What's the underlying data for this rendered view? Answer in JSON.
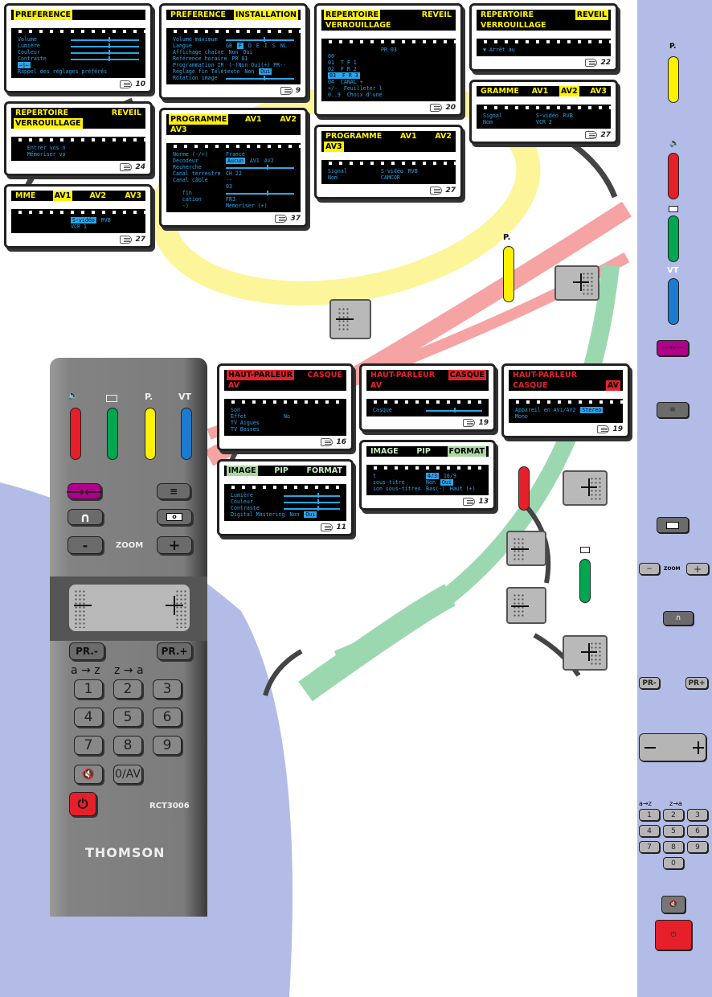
{
  "colors": {
    "sidebar": "#b3bce6",
    "yellow": "#fff200",
    "red": "#e5202a",
    "green": "#00a650",
    "blue": "#1a7bd0",
    "magenta": "#b0008a"
  },
  "top_keys": {
    "p_label": "P.",
    "speaker_label": "speaker",
    "vt_label": "VT"
  },
  "screens": [
    {
      "theme": "yellow",
      "ref": "10",
      "tabs": [
        {
          "label": "PREFERENCE",
          "active": true
        }
      ],
      "rows": [
        [
          "Volume",
          {
            "slider": 0.55
          }
        ],
        [
          "Lumière",
          {
            "slider": 0.55
          }
        ],
        [
          "Couleur",
          {
            "slider": 0.55
          }
        ],
        [
          "Contraste",
          {
            "slider": 0.55
          }
        ],
        [
          {
            "text": "→|←",
            "selected": true
          },
          "Rappel des réglages préférés"
        ]
      ]
    },
    {
      "theme": "yellow",
      "ref": "9",
      "tabs": [
        {
          "label": "PREFERENCE",
          "active": false
        },
        {
          "label": "INSTALLATION",
          "active": true
        }
      ],
      "rows": [
        [
          "Volume maximum",
          {
            "slider": 0.55
          }
        ],
        [
          "Langue",
          "GB",
          {
            "text": "F",
            "selected": true
          },
          "D",
          "E",
          "I",
          "S",
          "NL"
        ],
        [
          "Affichage chaîne",
          "Non",
          "Oui"
        ],
        [
          "Référence horaire",
          "PR 01"
        ],
        [
          "Programmation IR",
          "(-)Non Oui(+) PR--"
        ],
        [
          "Réglage fin Télétexte",
          "Non",
          {
            "text": "Oui",
            "selected": true
          }
        ],
        [
          "Rotation image",
          {
            "slider": 0.55
          }
        ]
      ]
    },
    {
      "theme": "yellow",
      "ref": "20",
      "tabs": [
        {
          "label": "REPERTOIRE",
          "active": true
        },
        {
          "label": "REVEIL",
          "active": false
        },
        {
          "label": "VERROUILLAGE",
          "active": false
        }
      ],
      "rows": [
        [
          "",
          "PR 03"
        ],
        [
          "00"
        ],
        [
          "01  T F 1"
        ],
        [
          "02  F R 2"
        ],
        [
          {
            "text": "03  F R 3",
            "selected": true
          }
        ],
        [
          "04  CANAL +"
        ],
        [
          "+/-  Feuilleter l"
        ],
        [
          "0..9  Choix d'une"
        ]
      ]
    },
    {
      "theme": "yellow",
      "ref": "22",
      "tabs": [
        {
          "label": "REPERTOIRE",
          "active": false
        },
        {
          "label": "REVEIL",
          "active": true
        },
        {
          "label": "VERROUILLAGE",
          "active": false
        }
      ],
      "rows": [
        [
          "▼ Arrêt au"
        ]
      ]
    },
    {
      "theme": "yellow",
      "ref": "24",
      "tabs": [
        {
          "label": "REPERTOIRE",
          "active": false
        },
        {
          "label": "REVEIL",
          "active": false
        },
        {
          "label": "VERROUILLAGE",
          "active": true
        }
      ],
      "rows": [
        [
          "   Entrer vos n"
        ],
        [
          "   Mémoriser vo"
        ]
      ]
    },
    {
      "theme": "yellow",
      "ref": "37",
      "tabs": [
        {
          "label": "PROGRAMME",
          "active": true
        },
        {
          "label": "AV1",
          "active": false
        },
        {
          "label": "AV2",
          "active": false
        },
        {
          "label": "AV3",
          "active": false
        }
      ],
      "rows": [
        [
          "Norme (-/+)",
          "France"
        ],
        [
          "Décodeur",
          {
            "text": "Aucun",
            "selected": true
          },
          "AV1",
          "AV2"
        ],
        [
          "Recherche",
          {
            "slider": 0.6
          }
        ],
        [
          "Canal terrestre",
          "CH 22"
        ],
        [
          "Canal câble",
          "--"
        ],
        [
          "",
          "03"
        ],
        [
          "   fin",
          {
            "slider": 0.6
          }
        ],
        [
          "   cation",
          "FR3"
        ],
        [
          "   -)",
          "Mémoriser (+)"
        ]
      ]
    },
    {
      "theme": "yellow",
      "ref": "27",
      "tabs": [
        {
          "label": "PROGRAMME",
          "active": false
        },
        {
          "label": "AV1",
          "active": false
        },
        {
          "label": "AV2",
          "active": false
        },
        {
          "label": "AV3",
          "active": true
        }
      ],
      "rows": [
        [
          "Signal",
          "S-vidéo",
          "RVB"
        ],
        [
          "Nom",
          "CAMCOR",
          ""
        ]
      ]
    },
    {
      "theme": "yellow",
      "ref": "27",
      "tabs": [
        {
          "label": "GRAMME",
          "active": false
        },
        {
          "label": "AV1",
          "active": false
        },
        {
          "label": "AV2",
          "active": true
        },
        {
          "label": "AV3",
          "active": false
        }
      ],
      "rows": [
        [
          "Signal",
          "S-vidéo",
          "RVB"
        ],
        [
          "Nom",
          "VCR 2",
          ""
        ]
      ]
    },
    {
      "theme": "yellow",
      "ref": "27",
      "tabs": [
        {
          "label": "MME",
          "active": false
        },
        {
          "label": "AV1",
          "active": true
        },
        {
          "label": "AV2",
          "active": false
        },
        {
          "label": "AV3",
          "active": false
        }
      ],
      "rows": [
        [
          "",
          {
            "text": "S-vidéo",
            "selected": true
          },
          "RVB"
        ],
        [
          "",
          "VCR 1",
          ""
        ]
      ]
    },
    {
      "theme": "red",
      "ref": "16",
      "tabs": [
        {
          "label": "HAUT-PARLEUR",
          "active": true
        },
        {
          "label": "CASQUE",
          "active": false
        },
        {
          "label": "AV",
          "active": false
        }
      ],
      "rows": [
        [
          "Son"
        ],
        [
          "Effet",
          "No"
        ],
        [
          "TV Aigues"
        ],
        [
          "TV Basses"
        ]
      ]
    },
    {
      "theme": "red",
      "ref": "19",
      "tabs": [
        {
          "label": "HAUT-PARLEUR",
          "active": false
        },
        {
          "label": "CASQUE",
          "active": true
        },
        {
          "label": "AV",
          "active": false
        }
      ],
      "rows": [
        [
          "Casque",
          {
            "slider": 0.5
          }
        ]
      ]
    },
    {
      "theme": "red",
      "ref": "19",
      "tabs": [
        {
          "label": "HAUT-PARLEUR",
          "active": false
        },
        {
          "label": "CASQUE",
          "active": false
        },
        {
          "label": "AV",
          "active": true
        }
      ],
      "rows": [
        [
          "Appareil en AV1/AV2",
          {
            "text": "Stereo",
            "selected": true
          },
          "Mono"
        ]
      ]
    },
    {
      "theme": "green",
      "ref": "11",
      "tabs": [
        {
          "label": "IMAGE",
          "active": true
        },
        {
          "label": "PIP",
          "active": false
        },
        {
          "label": "FORMAT",
          "active": false
        }
      ],
      "rows": [
        [
          "Lumière",
          {
            "slider": 0.6
          }
        ],
        [
          "Couleur",
          {
            "slider": 0.6
          }
        ],
        [
          "Contraste",
          {
            "slider": 0.6
          }
        ],
        [
          "Digital Mastering",
          "Non",
          {
            "text": "Oui",
            "selected": true
          }
        ]
      ]
    },
    {
      "theme": "green",
      "ref": "13",
      "tabs": [
        {
          "label": "IMAGE",
          "active": false
        },
        {
          "label": "PIP",
          "active": false
        },
        {
          "label": "FORMAT",
          "active": true
        }
      ],
      "rows": [
        [
          "t",
          {
            "text": "4/3",
            "selected": true
          },
          "16/9"
        ],
        [
          "sous-titre",
          "Non",
          {
            "text": "Oui",
            "selected": true
          }
        ],
        [
          "ion sous-titres",
          "Bas(-)",
          "Haut (+)"
        ]
      ]
    }
  ],
  "remote": {
    "color_labels": [
      "speaker",
      "",
      "P.",
      "VT"
    ],
    "zoom_label": "ZOOM",
    "minus": "-",
    "plus": "+",
    "pr_minus": "PR.-",
    "pr_plus": "PR.+",
    "az": "a → z",
    "za": "z → a",
    "digits": [
      "1",
      "2",
      "3",
      "4",
      "5",
      "6",
      "7",
      "8",
      "9"
    ],
    "zero_av": "0/AV",
    "model": "RCT3006",
    "brand": "THOMSON"
  },
  "sidebar": {
    "p_label": "P.",
    "vt_label": "VT",
    "zoom_label": "ZOOM",
    "minus": "−",
    "plus": "+",
    "pr_minus": "PR-",
    "pr_plus": "PR+",
    "az": "a→z",
    "za": "z→a",
    "digits": [
      "1",
      "2",
      "3",
      "4",
      "5",
      "6",
      "7",
      "8",
      "9",
      "0"
    ]
  }
}
